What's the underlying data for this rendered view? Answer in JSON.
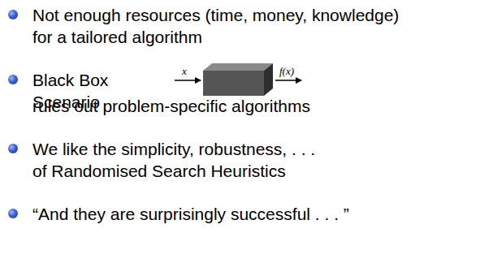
{
  "diagram": {
    "labels": [
      "Not enough resources (time, money, knowledge) for a tailored algorithm",
      "Black Box Scenario",
      "x",
      "f(x)",
      "rules out problem-specific algorithms",
      "We like the simplicity, robustness, . . . of Randomised Search Heuristics",
      "“And they are surprisingly successful . . . ”"
    ]
  }
}
